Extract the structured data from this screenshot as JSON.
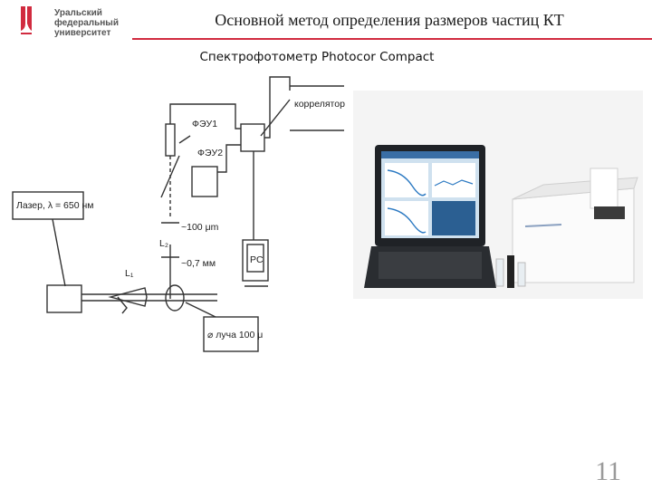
{
  "header": {
    "logo_lines": [
      "Уральский",
      "федеральный",
      "университет"
    ],
    "title": "Основной метод определения размеров частиц КТ"
  },
  "subtitle": "Спектрофотометр Photocor Compact",
  "schematic": {
    "correlator": "коррелятор",
    "pmt1": "ФЭУ1",
    "pmt2": "ФЭУ2",
    "laser": "Лазер, λ = 650 нм",
    "dist1": "~100 μm",
    "dist2": "~0,7 мм",
    "l2": "L₂",
    "l1": "L₁",
    "pc": "PC",
    "beam": "⌀ луча 100 μ"
  },
  "page_number": "11",
  "colors": {
    "accent": "#d12b3f"
  }
}
